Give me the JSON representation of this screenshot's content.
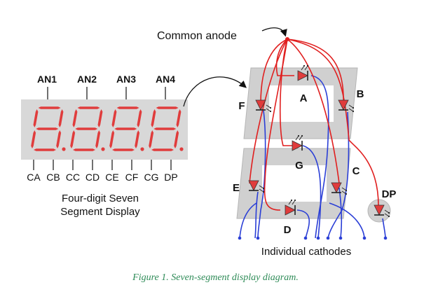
{
  "display": {
    "anode_labels": [
      "AN1",
      "AN2",
      "AN3",
      "AN4"
    ],
    "cathode_labels": [
      "CA",
      "CB",
      "CC",
      "CD",
      "CE",
      "CF",
      "CG",
      "DP"
    ],
    "title_line1": "Four-digit Seven",
    "title_line2": "Segment Display"
  },
  "schematic": {
    "common_anode_label": "Common anode",
    "segment_labels": {
      "a": "A",
      "b": "B",
      "c": "C",
      "d": "D",
      "e": "E",
      "f": "F",
      "g": "G",
      "dp": "DP"
    },
    "cathodes_label": "Individual cathodes"
  },
  "caption": "Figure 1. Seven-segment display diagram.",
  "colors": {
    "segment_red": "#e03c3c",
    "display_body": "#d8d8d8",
    "segment_plate": "#cfcfcf",
    "anode_wire": "#e01f1f",
    "cathode_wire": "#2a3ed6",
    "caption": "#2e8b57"
  }
}
